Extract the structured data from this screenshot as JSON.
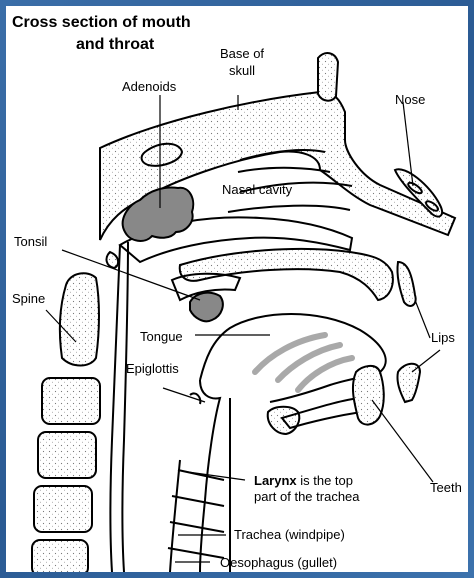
{
  "title": {
    "line1": "Cross section of mouth",
    "line2": "and throat"
  },
  "labels": {
    "base_of_skull_1": "Base of",
    "base_of_skull_2": "skull",
    "adenoids": "Adenoids",
    "nose": "Nose",
    "nasal_cavity": "Nasal cavity",
    "tonsil": "Tonsil",
    "spine": "Spine",
    "tongue": "Tongue",
    "lips": "Lips",
    "epiglottis": "Epiglottis",
    "teeth": "Teeth",
    "larynx_bold": "Larynx",
    "larynx_rest": " is the top",
    "larynx_line2": "part of the trachea",
    "trachea": "Trachea (windpipe)",
    "oesophagus": "Oesophagus (gullet)"
  },
  "colors": {
    "border": "#2f5f96",
    "tissue_gray": "#888888",
    "tongue_shade": "#a9a9a9"
  }
}
